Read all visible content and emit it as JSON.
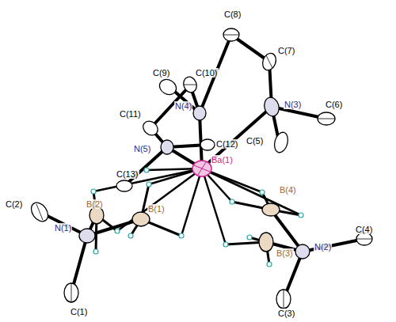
{
  "diagram": {
    "labels": [
      "C(8)",
      "C(10)",
      "C(9)",
      "C(7)",
      "N(4)",
      "N(3)",
      "C(6)",
      "C(11)",
      "C(12)",
      "N(5)",
      "C(5)",
      "Ba(1)",
      "C(13)",
      "B(2)",
      "B(1)",
      "B(4)",
      "C(2)",
      "N(1)",
      "N(2)",
      "C(4)",
      "B(3)",
      "C(1)",
      "C(3)"
    ]
  }
}
